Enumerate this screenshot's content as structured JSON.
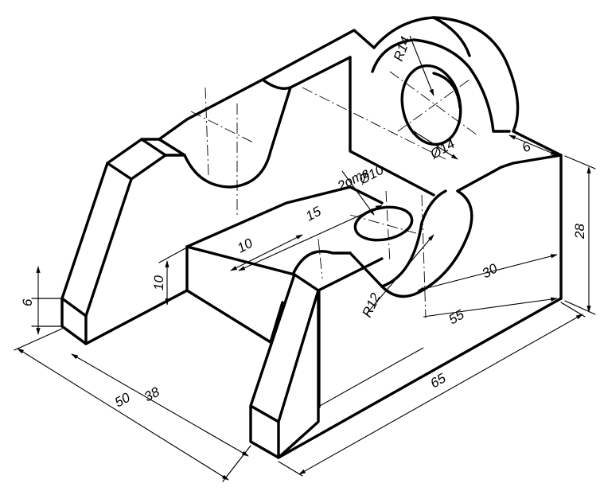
{
  "dimensions": {
    "height_total": "28",
    "length_total": "65",
    "depth_total": "50",
    "inner_depth": "38",
    "foot_height": "6",
    "rib_height": "10",
    "hole_offset_x": "15",
    "hole_offset_y": "10",
    "inner_length": "55",
    "arc_offset": "30",
    "boss_thickness": "6",
    "boss_radius": "R14",
    "bore_diameter": "Ø14",
    "hole_diameter": "Ø10",
    "hole_depth": "2отв",
    "cutout_radius": "R12"
  }
}
